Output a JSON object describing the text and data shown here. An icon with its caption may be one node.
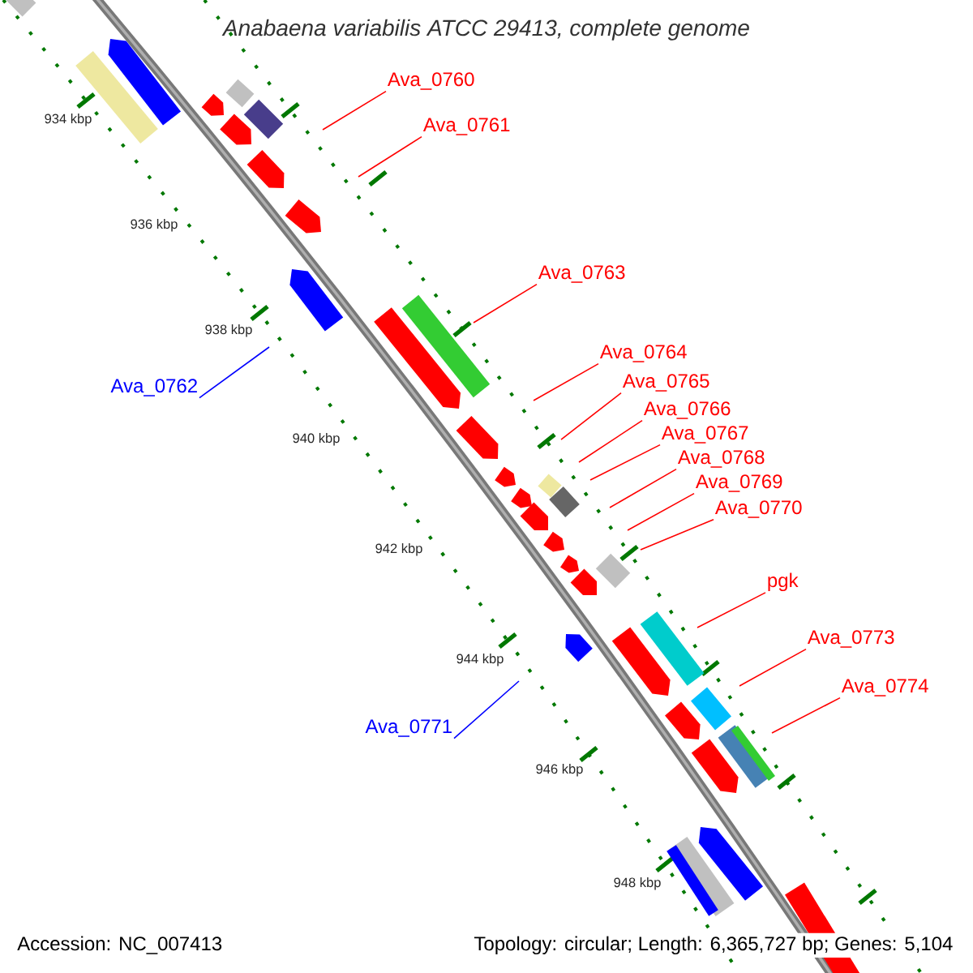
{
  "diagram": {
    "title": "Anabaena variabilis ATCC 29413, complete genome",
    "nodes": [
      {
        "text": [
          "Ava_0760"
        ]
      },
      {
        "text": [
          "Ava_0761"
        ]
      },
      {
        "text": [
          "Ava_0763"
        ]
      },
      {
        "text": [
          "Ava_0764"
        ]
      },
      {
        "text": [
          "Ava_0765"
        ]
      },
      {
        "text": [
          "Ava_0762"
        ]
      },
      {
        "text": [
          "Ava_0766"
        ]
      },
      {
        "text": [
          "Ava_0767"
        ]
      },
      {
        "text": [
          "Ava_0768"
        ]
      },
      {
        "text": [
          "Ava_0769"
        ]
      },
      {
        "text": [
          "Ava_0770"
        ]
      },
      {
        "text": [
          "pgk"
        ]
      },
      {
        "text": [
          "Ava_0773"
        ]
      },
      {
        "text": [
          "Ava_0774"
        ]
      },
      {
        "text": [
          "Ava_0771"
        ]
      }
    ],
    "edges": [
      {
        "from": 0,
        "to": null,
        "arrow": "none"
      },
      {
        "from": 1,
        "to": null,
        "arrow": "none"
      },
      {
        "from": 2,
        "to": null,
        "arrow": "none"
      },
      {
        "from": 3,
        "to": null,
        "arrow": "none"
      },
      {
        "from": 4,
        "to": null,
        "arrow": "none"
      },
      {
        "from": 5,
        "to": null,
        "arrow": "none",
        "color": "#0000ff"
      },
      {
        "from": 6,
        "to": null,
        "arrow": "none"
      },
      {
        "from": 7,
        "to": null,
        "arrow": "none"
      },
      {
        "from": 8,
        "to": null,
        "arrow": "none"
      },
      {
        "from": 9,
        "to": null,
        "arrow": "none"
      },
      {
        "from": 10,
        "to": null,
        "arrow": "none"
      },
      {
        "from": 11,
        "to": null,
        "arrow": "none"
      },
      {
        "from": 12,
        "to": null,
        "arrow": "none"
      },
      {
        "from": 13,
        "to": null,
        "arrow": "none"
      },
      {
        "from": 14,
        "to": null,
        "arrow": "none",
        "color": "#0000ff"
      }
    ],
    "labels": [
      "934 kbp",
      "936 kbp",
      "938 kbp",
      "940 kbp",
      "942 kbp",
      "944 kbp",
      "946 kbp",
      "948 kbp",
      "Accession: NC_007413",
      "Topology: circular; Length: 6,365,727 bp; Genes: 5,104"
    ]
  }
}
